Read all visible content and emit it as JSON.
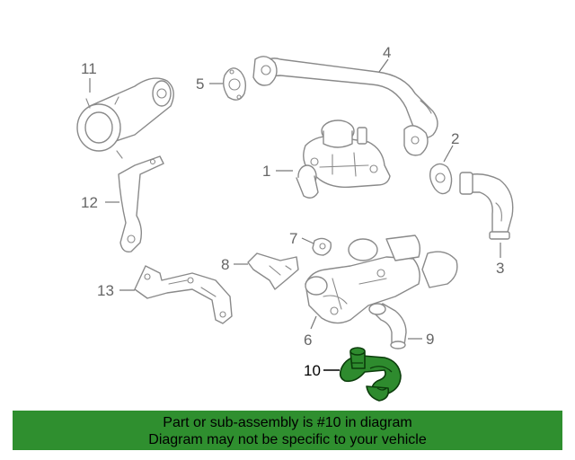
{
  "callouts": {
    "c1": "1",
    "c2": "2",
    "c3": "3",
    "c4": "4",
    "c5": "5",
    "c6": "6",
    "c7": "7",
    "c8": "8",
    "c9": "9",
    "c10": "10",
    "c11": "11",
    "c12": "12",
    "c13": "13"
  },
  "highlighted_part": "10",
  "banner": {
    "line1": "Part or sub-assembly is #10 in diagram",
    "line2": "Diagram may not be specific to your vehicle"
  },
  "colors": {
    "highlight": "#2e8b2e",
    "banner": "#2f8f2f",
    "line_art": "#8a8a8a"
  }
}
